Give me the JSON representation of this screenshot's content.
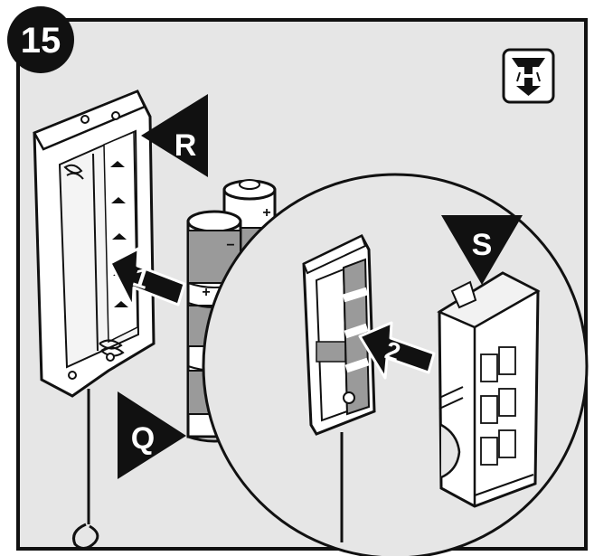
{
  "step": {
    "number": "15"
  },
  "labels": {
    "r": "R",
    "q": "Q",
    "s": "S",
    "arrow_1": "1",
    "arrow_2": "2"
  },
  "battery": {
    "plus": "+",
    "minus": "−"
  },
  "icon": {
    "name": "ceiling-mount-down-icon"
  },
  "colors": {
    "panel": "#e6e6e6",
    "stroke": "#111111",
    "battery_band": "#9a9a9a",
    "white": "#ffffff"
  }
}
